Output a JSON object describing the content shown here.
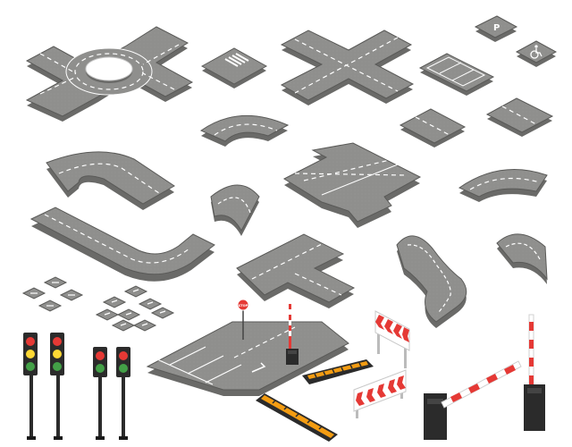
{
  "signs": {
    "parking_letter": "P",
    "stop_text": "STOP"
  },
  "colors": {
    "road_top": "#8f8f8d",
    "road_side": "#6a6a68",
    "road_edge": "#5a5a58",
    "marking": "#ffffff",
    "pole": "#2b2b2b",
    "light_red": "#e53935",
    "light_yellow": "#fdd835",
    "light_green": "#43a047",
    "barrier_red": "#e53935",
    "bump_orange": "#f39c12"
  },
  "pieces": [
    "roundabout",
    "crosswalk-tile",
    "crossroad",
    "parking-sign-tile",
    "disabled-parking-tile",
    "parking-lot-tile",
    "curve-small-top",
    "straight-tile-a",
    "straight-tile-b",
    "curve-road-left",
    "curve-quarter-small",
    "wide-intersection",
    "curve-right-arc",
    "u-curve-road",
    "t-junction",
    "s-curve-road",
    "curve-quarter-right",
    "direction-arrow-tiles-a",
    "direction-arrow-tiles-b",
    "parking-area",
    "traffic-lights",
    "boom-barrier-small",
    "speed-bumps",
    "chevron-barriers",
    "boom-barrier-large"
  ]
}
